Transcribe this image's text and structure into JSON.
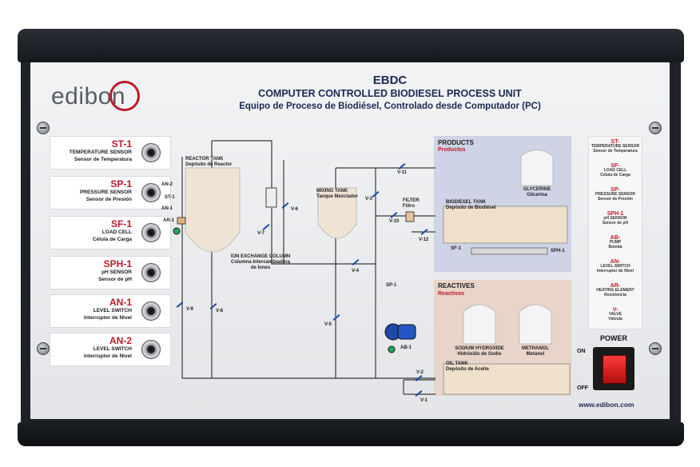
{
  "header": {
    "logo": "edibon",
    "code": "EBDC",
    "title": "COMPUTER CONTROLLED BIODIESEL PROCESS UNIT",
    "subtitle": "Equipo de Proceso de Biodiésel, Controlado desde Computador (PC)"
  },
  "sensors": [
    {
      "prefix": "ST",
      "suffix": "-1",
      "label": "TEMPERATURE SENSOR",
      "sub": "Sensor de Temperatura"
    },
    {
      "prefix": "SP",
      "suffix": "-1",
      "label": "PRESSURE SENSOR",
      "sub": "Sensor de Presión"
    },
    {
      "prefix": "SF",
      "suffix": "-1",
      "label": "LOAD CELL",
      "sub": "Célula de Carga"
    },
    {
      "prefix": "SPH",
      "suffix": "-1",
      "label": "pH SENSOR",
      "sub": "Sensor de pH"
    },
    {
      "prefix": "AN",
      "suffix": "-1",
      "label": "LEVEL SWITCH",
      "sub": "Interruptor de Nivel"
    },
    {
      "prefix": "AN",
      "suffix": "-2",
      "label": "LEVEL SWITCH",
      "sub": "Interruptor de Nivel"
    }
  ],
  "diagram": {
    "reactor_tank": "REACTOR TANK",
    "reactor_tank_es": "Depósito de Reactor",
    "ion_column": "ION EXCHANGE COLUMN",
    "ion_column_es": "Columna Intercambiadora de Iones",
    "mixing_tank": "MIXING TANK",
    "mixing_tank_es": "Tanque Mezclador",
    "filter": "FILTER",
    "filter_es": "Filtro",
    "products": "PRODUCTS",
    "products_es": "Productos",
    "glycerine": "GLYCERINE",
    "glycerine_es": "Glicerina",
    "biodiesel_tank": "BIODIESEL TANK",
    "biodiesel_tank_es": "Depósito de Biodiésel",
    "reactives": "REACTIVES",
    "reactives_es": "Reactivos",
    "sodium_hydroxide": "SODIUM HYDROXIDE",
    "sodium_hydroxide_es": "Hidróxido de Sodio",
    "methanol": "METHANOL",
    "methanol_es": "Metanol",
    "oil_tank": "OIL TANK",
    "oil_tank_es": "Depósito de Aceite",
    "tags": {
      "an2": "AN-2",
      "st1": "ST-1",
      "an1": "AN-1",
      "ar1": "AR-1",
      "v1": "V-1",
      "v2": "V-2",
      "v3": "V-3",
      "v4": "V-4",
      "v5": "V-5",
      "v6": "V-6",
      "v7": "V-7",
      "v8": "V-8",
      "v9": "V-9",
      "v10": "V-10",
      "v11": "V-11",
      "v12": "V-12",
      "sp1": "SP-1",
      "sf1": "SF-1",
      "sph1": "SPH-1",
      "ab1": "AB-1"
    }
  },
  "legend": [
    {
      "tag": "ST-",
      "label": "TEMPERATURE SENSOR",
      "sub": "Sensor de Temperatura"
    },
    {
      "tag": "SF-",
      "label": "LOAD CELL",
      "sub": "Célula de Carga"
    },
    {
      "tag": "SP-",
      "label": "PRESSURE SENSOR",
      "sub": "Sensor de Presión"
    },
    {
      "tag": "SPH-1",
      "label": "pH SENSOR",
      "sub": "Sensor de pH"
    },
    {
      "tag": "AB-",
      "label": "PUMP",
      "sub": "Bomba"
    },
    {
      "tag": "AN-",
      "label": "LEVEL SWITCH",
      "sub": "Interruptor de Nivel"
    },
    {
      "tag": "AR-",
      "label": "HEATING ELEMENT",
      "sub": "Resistencia"
    },
    {
      "tag": "V-",
      "label": "VALVE",
      "sub": "Válvula"
    }
  ],
  "power": {
    "title": "POWER",
    "on": "ON",
    "off": "OFF"
  },
  "website": "www.edibon.com",
  "colors": {
    "accent": "#c0182b",
    "case": "#1e2126",
    "panel": "#eef0f2",
    "switch": "#d41c1c"
  }
}
